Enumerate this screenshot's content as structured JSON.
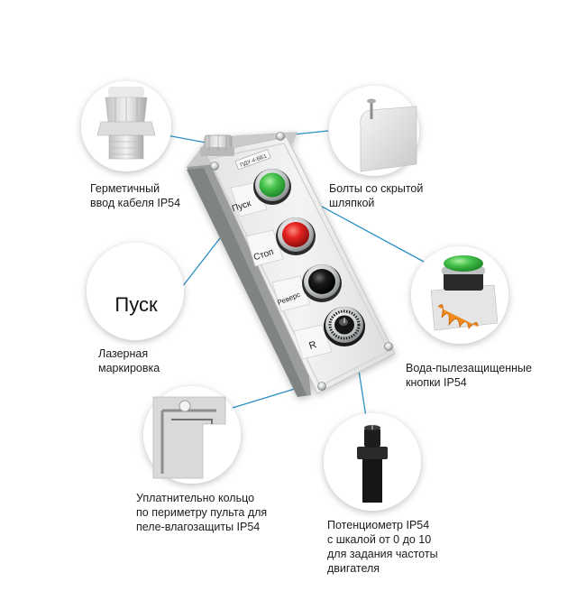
{
  "callouts": {
    "cable_gland": {
      "lines": [
        "Герметичный",
        "ввод кабеля IP54"
      ]
    },
    "bolts": {
      "lines": [
        "Болты со скрытой",
        "шляпкой"
      ]
    },
    "laser_marking": {
      "sample": "Пуск",
      "lines": [
        "Лазерная",
        "маркировка"
      ]
    },
    "buttons": {
      "lines": [
        "Вода-пылезащищенные",
        "кнопки IP54"
      ]
    },
    "seal_ring": {
      "lines": [
        "Уплатнительно кольцо",
        "по периметру пульта для",
        "пеле-влагозащиты IP54"
      ]
    },
    "potentiometer": {
      "lines": [
        "Потенциометр IP54",
        "с шкалой от 0 до 10",
        "для задания частоты",
        "двигателя"
      ]
    }
  },
  "panel": {
    "model_label": "ПДУ-4-ВБ1",
    "buttons": [
      {
        "label": "Пуск",
        "color": "#3cbf45"
      },
      {
        "label": "Стоп",
        "color": "#e52420"
      },
      {
        "label": "Реверс",
        "color": "#1a1a1a"
      },
      {
        "label": "R",
        "color": "#202020"
      }
    ]
  },
  "colors": {
    "leader_line": "#2a8fc4",
    "housing": "#ecedec",
    "housing_shadow": "#8f9290"
  }
}
